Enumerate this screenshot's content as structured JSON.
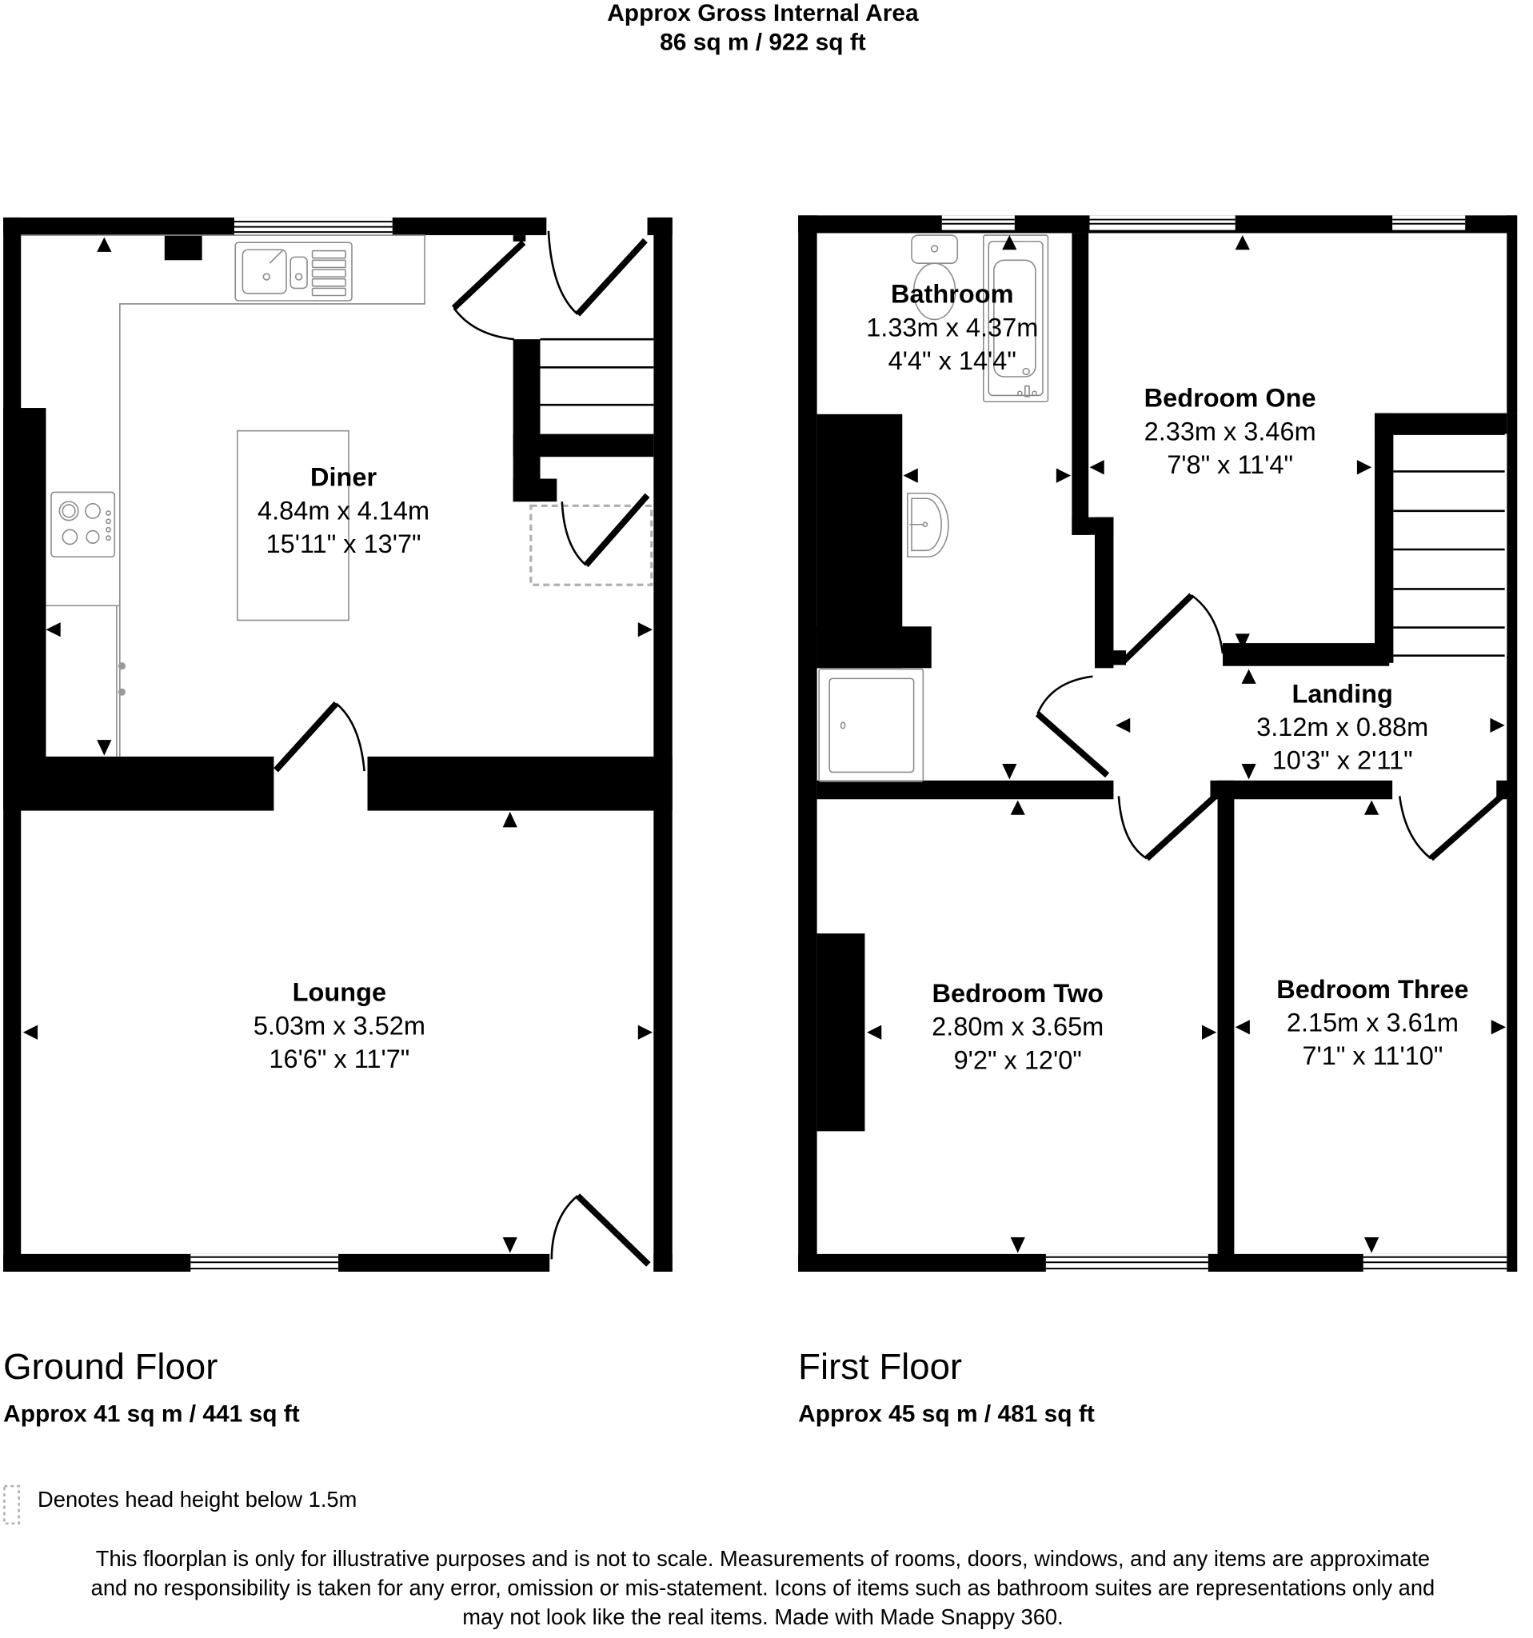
{
  "header": {
    "title": "Approx Gross Internal Area",
    "total_area": "86 sq m / 922 sq ft"
  },
  "floors": [
    {
      "name": "Ground Floor",
      "area": "Approx 41 sq m / 441 sq ft",
      "rooms": [
        {
          "name": "Diner",
          "metric": "4.84m x 4.14m",
          "imperial": "15'11\" x 13'7\""
        },
        {
          "name": "Lounge",
          "metric": "5.03m x 3.52m",
          "imperial": "16'6\" x 11'7\""
        }
      ]
    },
    {
      "name": "First Floor",
      "area": "Approx 45 sq m / 481 sq ft",
      "rooms": [
        {
          "name": "Bathroom",
          "metric": "1.33m x 4.37m",
          "imperial": "4'4\" x 14'4\""
        },
        {
          "name": "Bedroom One",
          "metric": "2.33m x 3.46m",
          "imperial": "7'8\" x 11'4\""
        },
        {
          "name": "Landing",
          "metric": "3.12m x 0.88m",
          "imperial": "10'3\" x 2'11\""
        },
        {
          "name": "Bedroom Two",
          "metric": "2.80m x 3.65m",
          "imperial": "9'2\" x 12'0\""
        },
        {
          "name": "Bedroom Three",
          "metric": "2.15m x 3.61m",
          "imperial": "7'1\" x 11'10\""
        }
      ]
    }
  ],
  "legend": {
    "icon": "dashed-square-icon",
    "text": "Denotes head height below 1.5m"
  },
  "disclaimer": {
    "line1": "This floorplan is only for illustrative purposes and is not to scale. Measurements of rooms, doors, windows, and any items are approximate",
    "line2": "and no responsibility is taken for any error, omission or mis-statement. Icons of items such as bathroom suites are representations only and",
    "line3": "may not look like the real items. Made with Made Snappy 360."
  },
  "colors": {
    "wall": "#000000",
    "fixture": "#8a8a8a",
    "background": "#ffffff",
    "low_height_dash": "#b0b0b0"
  }
}
